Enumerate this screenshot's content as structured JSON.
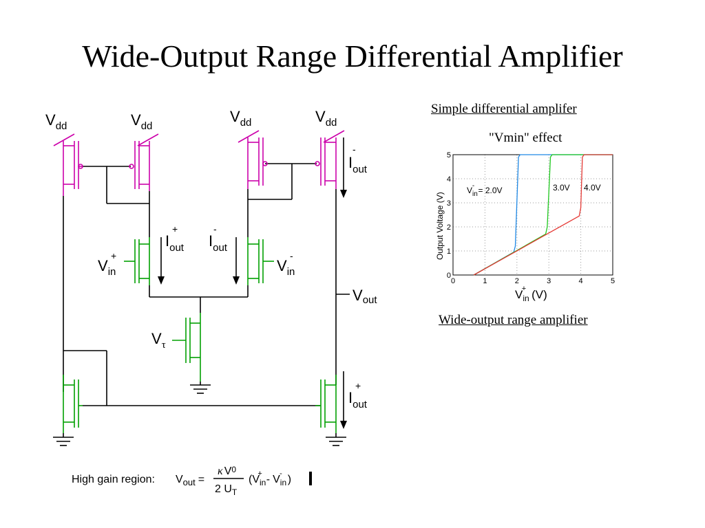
{
  "title": "Wide-Output Range Differential Amplifier",
  "colors": {
    "pmos": "#cc00aa",
    "nmos": "#00a000",
    "wire": "#000000",
    "blue": "#1e88e5",
    "green": "#1ec81e",
    "red": "#e53935"
  },
  "circuit": {
    "vdd": "V",
    "vdd_sub": "dd",
    "iout": "I",
    "iout_sub": "out",
    "vin": "V",
    "vin_sub": "in",
    "vtau": "V",
    "vtau_sub": "τ",
    "vout": "V",
    "vout_sub": "out",
    "plus": "+",
    "minus": "-"
  },
  "formula": {
    "label": "High gain region:",
    "lhs_v": "V",
    "lhs_sub": "out",
    "eq": "=",
    "num_kappa": "κ",
    "num_v": "V",
    "num_sub": "0",
    "den": "2 U",
    "den_sub": "T",
    "paren_open": "(V",
    "in_sub": "in",
    "plus": "+",
    "dash": "-",
    "v2": "V",
    "minus": "-",
    "paren_close": ")"
  },
  "right": {
    "link1": "Simple differential amplifer",
    "caption": "\"Vmin\" effect",
    "link2": "Wide-output range amplifier"
  },
  "chart_data": {
    "type": "line",
    "ylabel": "Output Voltage (V)",
    "xlabel": "V",
    "xlabel_sub": "in",
    "xlabel_sup": "+",
    "xlabel_unit": "(V)",
    "xlim": [
      0,
      5
    ],
    "ylim": [
      0,
      5
    ],
    "xticks": [
      "0",
      "1",
      "2",
      "3",
      "4",
      "5"
    ],
    "yticks": [
      "0",
      "1",
      "2",
      "3",
      "4",
      "5"
    ],
    "grid": true,
    "annotations": [
      {
        "text": "V",
        "sub": "in",
        "sup": "-",
        "suffix": " = 2.0V"
      },
      {
        "text": "3.0V"
      },
      {
        "text": "4.0V"
      }
    ],
    "series": [
      {
        "color": "#1e88e5",
        "x": [
          0.65,
          1.9,
          1.95,
          2.05,
          2.1,
          5.0
        ],
        "y": [
          0,
          0.95,
          1.2,
          4.9,
          5.0,
          5.0
        ]
      },
      {
        "color": "#1ec81e",
        "x": [
          0.65,
          2.9,
          2.95,
          3.05,
          3.1,
          5.0
        ],
        "y": [
          0,
          1.7,
          2.0,
          4.9,
          5.0,
          5.0
        ]
      },
      {
        "color": "#e53935",
        "x": [
          0.65,
          3.95,
          4.0,
          4.05,
          4.1,
          5.0
        ],
        "y": [
          0,
          2.45,
          2.8,
          4.9,
          5.0,
          5.0
        ]
      }
    ]
  }
}
